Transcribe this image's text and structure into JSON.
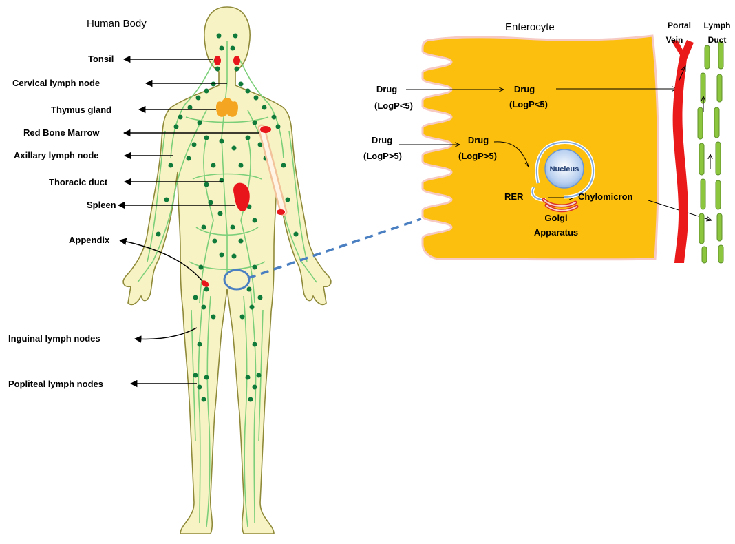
{
  "body_panel": {
    "title": "Human Body",
    "labels": {
      "tonsil": "Tonsil",
      "cervical": "Cervical lymph node",
      "thymus": "Thymus gland",
      "marrow": "Red Bone Marrow",
      "axillary": "Axillary lymph node",
      "thoracic": "Thoracic duct",
      "spleen": "Spleen",
      "appendix": "Appendix",
      "inguinal": "Inguinal lymph nodes",
      "popliteal": "Popliteal lymph nodes"
    }
  },
  "cell_panel": {
    "title": "Enterocyte",
    "drug_low_outside": {
      "line1": "Drug",
      "line2": "(LogP<5)"
    },
    "drug_low_inside": {
      "line1": "Drug",
      "line2": "(LogP<5)"
    },
    "drug_high_outside": {
      "line1": "Drug",
      "line2": "(LogP>5)"
    },
    "drug_high_inside": {
      "line1": "Drug",
      "line2": "(LogP>5)"
    },
    "nucleus": "Nucleus",
    "rer": "RER",
    "chylomicron": "Chylomicron",
    "golgi": {
      "line1": "Golgi",
      "line2": "Apparatus"
    },
    "portal_vein": {
      "line1": "Portal",
      "line2": "Vein"
    },
    "lymph_duct": {
      "line1": "Lymph",
      "line2": "Duct"
    }
  },
  "colors": {
    "body_fill": "#f8f3c4",
    "body_outline": "#8f8a3a",
    "lymph_vessel": "#7ccf7a",
    "lymph_node": "#0f7a3a",
    "organ_red": "#e8151b",
    "thymus": "#f4a623",
    "enterocyte": "#fdbf0d",
    "enterocyte_edge": "#f6c9c3",
    "portal_vein": "#ea1a1a",
    "lymph_duct": "#8cc63f",
    "dashed_link": "#4a7fc1",
    "nucleus": "#7fa8dd"
  }
}
